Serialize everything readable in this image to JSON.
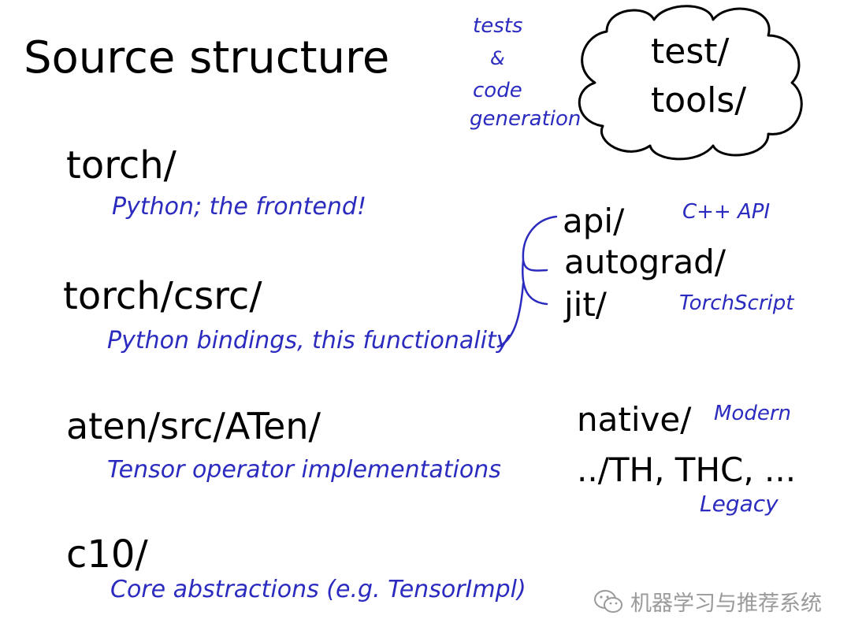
{
  "title": "Source structure",
  "sections": [
    {
      "dir": "torch/",
      "desc": "Python; the frontend!"
    },
    {
      "dir": "torch/csrc/",
      "desc": "Python bindings, this functionality"
    },
    {
      "dir": "aten/src/ATen/",
      "desc": "Tensor operator implementations"
    },
    {
      "dir": "c10/",
      "desc": "Core abstractions (e.g. TensorImpl)"
    }
  ],
  "side_note": {
    "line1": "tests",
    "line2": "&",
    "line3": "code",
    "line4": "generation"
  },
  "cloud": {
    "line1": "test/",
    "line2": "tools/"
  },
  "csrc_subdirs": [
    {
      "dir": "api/",
      "note": "C++ API"
    },
    {
      "dir": "autograd/",
      "note": ""
    },
    {
      "dir": "jit/",
      "note": "TorchScript"
    }
  ],
  "aten_subdirs": {
    "native": "native/",
    "native_note": "Modern",
    "legacy": "../TH, THC, ...",
    "legacy_note": "Legacy"
  },
  "watermark": "机器学习与推荐系统",
  "colors": {
    "ink": "#000000",
    "annotation": "#2b2bbf",
    "watermark": "#9a9a9a"
  }
}
